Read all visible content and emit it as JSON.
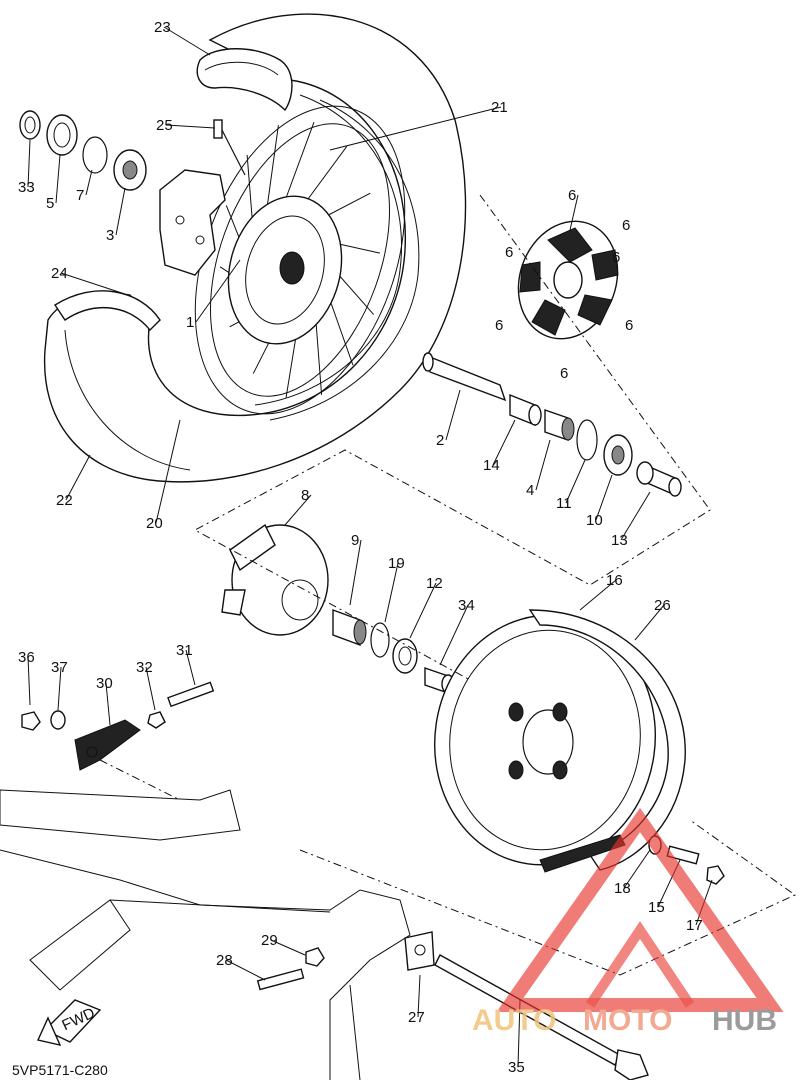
{
  "diagram_code": "5VP5171-C280",
  "fwd_label": "FWD",
  "watermark": {
    "brand_auto": "AUTO",
    "brand_moto": "MOTO",
    "brand_hub": "HUB",
    "color_auto": "#f2c27a",
    "color_moto": "#f29a80",
    "color_hub": "#8a8a8a",
    "triangle_color": "#e8332c"
  },
  "callouts": [
    "1",
    "2",
    "3",
    "4",
    "5",
    "6",
    "7",
    "8",
    "9",
    "10",
    "11",
    "12",
    "13",
    "14",
    "15",
    "16",
    "17",
    "18",
    "19",
    "20",
    "21",
    "22",
    "23",
    "24",
    "25",
    "26",
    "27",
    "28",
    "29",
    "30",
    "31",
    "32",
    "33",
    "34",
    "35",
    "36",
    "37"
  ]
}
